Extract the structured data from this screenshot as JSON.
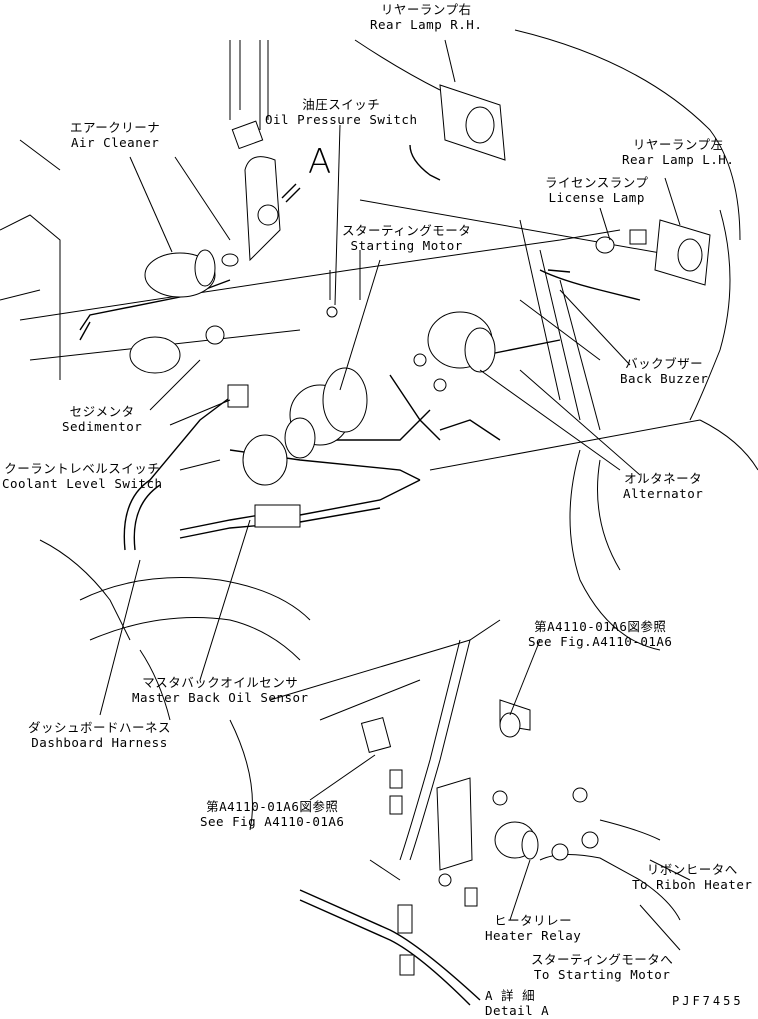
{
  "figure": {
    "code": "PJF7455",
    "view_marker": "A",
    "line_color": "#000000",
    "background": "#ffffff"
  },
  "labels": {
    "rear_lamp_rh": {
      "jp": "リヤーランプ右",
      "en": "Rear Lamp R.H."
    },
    "air_cleaner": {
      "jp": "エアークリーナ",
      "en": "Air Cleaner"
    },
    "oil_pressure_switch": {
      "jp": "油圧スイッチ",
      "en": "Oil Pressure Switch"
    },
    "rear_lamp_lh": {
      "jp": "リヤーランプ左",
      "en": "Rear Lamp L.H."
    },
    "license_lamp": {
      "jp": "ライセンスランプ",
      "en": "License Lamp"
    },
    "starting_motor": {
      "jp": "スターティングモータ",
      "en": "Starting Motor"
    },
    "back_buzzer": {
      "jp": "バックブザー",
      "en": "Back Buzzer"
    },
    "alternator": {
      "jp": "オルタネータ",
      "en": "Alternator"
    },
    "sedimentor": {
      "jp": "セジメンタ",
      "en": "Sedimentor"
    },
    "coolant_level_switch": {
      "jp": "クーラントレベルスイッチ",
      "en": "Coolant Level Switch"
    },
    "master_back_oil_sensor": {
      "jp": "マスタバックオイルセンサ",
      "en": "Master Back Oil Sensor"
    },
    "dashboard_harness": {
      "jp": "ダッシュボードハーネス",
      "en": "Dashboard Harness"
    },
    "see_fig_upper": {
      "jp": "第A4110-01A6図参照",
      "en": "See Fig.A4110-01A6"
    },
    "see_fig_lower": {
      "jp": "第A4110-01A6図参照",
      "en": "See Fig A4110-01A6"
    },
    "to_ribon_heater": {
      "jp": "リボンヒータへ",
      "en": "To Ribon Heater"
    },
    "heater_relay": {
      "jp": "ヒータリレー",
      "en": "Heater Relay"
    },
    "to_starting_motor": {
      "jp": "スターティングモータへ",
      "en": "To Starting Motor"
    },
    "detail_a": {
      "jp": "A 詳 細",
      "en": "Detail A"
    }
  }
}
